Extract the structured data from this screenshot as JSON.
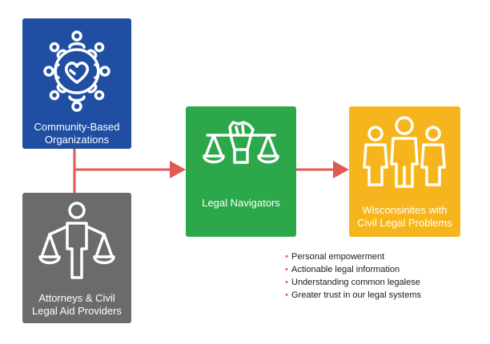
{
  "nodes": {
    "community": {
      "label_line1": "Community-Based",
      "label_line2": "Organizations",
      "icon": "community-heart-icon",
      "color": "#1f4ea3"
    },
    "attorneys": {
      "label_line1": "Attorneys & Civil",
      "label_line2": "Legal Aid Providers",
      "icon": "person-scales-icon",
      "color": "#6b6b6b"
    },
    "navigators": {
      "label": "Legal Navigators",
      "icon": "fist-scales-icon",
      "color": "#2ca84a"
    },
    "wisconsinites": {
      "label_line1": "Wisconsinites with",
      "label_line2": "Civil Legal Problems",
      "icon": "group-people-icon",
      "color": "#f6b51c"
    }
  },
  "connector_color": "#e05a55",
  "outcomes": [
    "Personal empowerment",
    "Actionable legal information",
    "Understanding common legalese",
    "Greater trust in our legal systems"
  ]
}
